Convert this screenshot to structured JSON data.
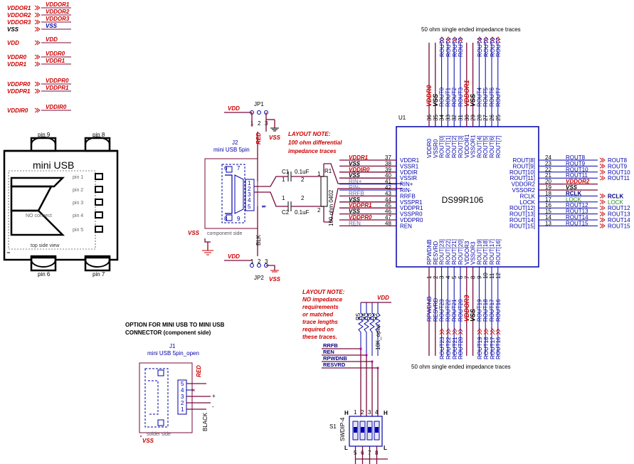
{
  "power_aliases": [
    {
      "left": "VDDOR1",
      "right": "VDDOR1"
    },
    {
      "left": "VDDOR2",
      "right": "VDDOR2"
    },
    {
      "left": "VDDOR3",
      "right": "VDDOR3"
    },
    {
      "left": "VSS",
      "right": "VSS"
    },
    {
      "left": "VDD",
      "right": "VDD"
    },
    {
      "left": "VDDR0",
      "right": "VDDR0"
    },
    {
      "left": "VDDR1",
      "right": "VDDR1"
    },
    {
      "left": "VDDPR0",
      "right": "VDDPR0"
    },
    {
      "left": "VDDPR1",
      "right": "VDDPR1"
    },
    {
      "left": "VDDIR0",
      "right": "VDDIR0"
    }
  ],
  "usb_footprint": {
    "title": "mini USB",
    "pin_top_left": "pin 9",
    "pin_top_right": "pin 8",
    "pin_bottom_left": "pin 6",
    "pin_bottom_right": "pin 7",
    "pins": [
      "pin 1",
      "pin 2",
      "pin 3",
      "NO connect",
      "pin 4",
      "pin 5"
    ],
    "view": "top side view"
  },
  "jp1": {
    "name": "JP1",
    "vdd": "VDD",
    "vss": "VSS",
    "pins": [
      "1",
      "2",
      "3"
    ]
  },
  "jp2": {
    "name": "JP2",
    "vdd": "VDD",
    "vss": "VSS",
    "pins": [
      "1",
      "2",
      "3"
    ]
  },
  "j2": {
    "name": "J2",
    "desc": "mini USB 5pin",
    "red": "RED",
    "blk": "BLK",
    "side": "component side",
    "vss": "VSS",
    "pins": [
      "1",
      "2",
      "3",
      "4",
      "5"
    ],
    "mount": [
      "6",
      "7",
      "8",
      "9"
    ]
  },
  "layout_note_1": [
    "LAYOUT NOTE:",
    "100 ohm differential",
    "impedance traces"
  ],
  "c1": {
    "name": "C1",
    "value": "0.1uF",
    "p1": "1",
    "p2": "2"
  },
  "c2": {
    "name": "C2",
    "value": "0.1uF",
    "p1": "1",
    "p2": "2"
  },
  "r1": {
    "name": "R1",
    "value": "100 ohm 0402",
    "p1": "1",
    "p2": "2"
  },
  "u1": {
    "name": "U1",
    "part": "DS99R106",
    "top_caption": "50 ohm single ended impedance traces",
    "bottom_caption": "50 ohm single ended impedance traces",
    "left_pins": [
      {
        "num": "37",
        "name": "VDDR1",
        "net": "VDDR1"
      },
      {
        "num": "38",
        "name": "VSSR1",
        "net": "VSS"
      },
      {
        "num": "39",
        "name": "VDDIR",
        "net": "VDDIR0"
      },
      {
        "num": "40",
        "name": "VSSIR",
        "net": "VSS"
      },
      {
        "num": "41",
        "name": "RIN+",
        "net": "RIN+"
      },
      {
        "num": "42",
        "name": "RIN-",
        "net": "RIN-"
      },
      {
        "num": "43",
        "name": "RRFB",
        "net": "RRFB"
      },
      {
        "num": "44",
        "name": "VSSPR1",
        "net": "VSS"
      },
      {
        "num": "45",
        "name": "VDDPR1",
        "net": "VDDPR1"
      },
      {
        "num": "46",
        "name": "VSSPR0",
        "net": "VSS"
      },
      {
        "num": "47",
        "name": "VDDPR0",
        "net": "VDDPR0"
      },
      {
        "num": "48",
        "name": "REN",
        "net": "REN"
      }
    ],
    "right_pins": [
      {
        "num": "24",
        "name": "ROUT[8]",
        "net": "ROUT8",
        "flag": "ROUT8"
      },
      {
        "num": "23",
        "name": "ROUT[9]",
        "net": "ROUT9",
        "flag": "ROUT9"
      },
      {
        "num": "22",
        "name": "ROUT[10]",
        "net": "ROUT10",
        "flag": "ROUT10"
      },
      {
        "num": "21",
        "name": "ROUT[11]",
        "net": "ROUT11",
        "flag": "ROUT11"
      },
      {
        "num": "20",
        "name": "VDDOR2",
        "net": "VDDOR2",
        "flag": ""
      },
      {
        "num": "19",
        "name": "VSSOR2",
        "net": "VSS",
        "flag": ""
      },
      {
        "num": "18",
        "name": "RCLK",
        "net": "RCLK",
        "flag": "RCLK"
      },
      {
        "num": "17",
        "name": "LOCK",
        "net": "LOCK",
        "flag": "LOCK"
      },
      {
        "num": "16",
        "name": "ROUT[12]",
        "net": "ROUT12",
        "flag": "ROUT12"
      },
      {
        "num": "15",
        "name": "ROUT[13]",
        "net": "ROUT13",
        "flag": "ROUT13"
      },
      {
        "num": "14",
        "name": "ROUT[14]",
        "net": "ROUT14",
        "flag": "ROUT14"
      },
      {
        "num": "13",
        "name": "ROUT[15]",
        "net": "ROUT15",
        "flag": "ROUT15"
      }
    ],
    "top_pins": [
      {
        "num": "36",
        "name": "VDDR0",
        "net": "VDDR0"
      },
      {
        "num": "35",
        "name": "VSSR0",
        "net": "VSS"
      },
      {
        "num": "34",
        "name": "ROUT[0]",
        "net": "ROUT0"
      },
      {
        "num": "33",
        "name": "ROUT[1]",
        "net": "ROUT1"
      },
      {
        "num": "32",
        "name": "ROUT[2]",
        "net": "ROUT2"
      },
      {
        "num": "31",
        "name": "ROUT[3]",
        "net": "ROUT3"
      },
      {
        "num": "30",
        "name": "VDDOR1",
        "net": "VDDOR1"
      },
      {
        "num": "29",
        "name": "VSSOR1",
        "net": "VSS"
      },
      {
        "num": "28",
        "name": "ROUT[4]",
        "net": "ROUT4"
      },
      {
        "num": "27",
        "name": "ROUT[5]",
        "net": "ROUT5"
      },
      {
        "num": "26",
        "name": "ROUT[6]",
        "net": "ROUT6"
      },
      {
        "num": "25",
        "name": "ROUT[7]",
        "net": "ROUT7"
      }
    ],
    "top_flags": [
      "ROUT0",
      "ROUT1",
      "ROUT2",
      "ROUT3",
      "ROUT4",
      "ROUT5",
      "ROUT6",
      "ROUT7"
    ],
    "bottom_pins": [
      {
        "num": "1",
        "name": "RPWDNB",
        "net": "RPWDNB"
      },
      {
        "num": "2",
        "name": "RESVRD",
        "net": "RESVRD"
      },
      {
        "num": "3",
        "name": "ROUT[23]",
        "net": "ROUT23"
      },
      {
        "num": "4",
        "name": "ROUT[22]",
        "net": "ROUT22"
      },
      {
        "num": "5",
        "name": "ROUT[21]",
        "net": "ROUT21"
      },
      {
        "num": "6",
        "name": "ROUT[20]",
        "net": "ROUT20"
      },
      {
        "num": "7",
        "name": "VDDOR3",
        "net": "VDDOR3"
      },
      {
        "num": "8",
        "name": "VSSOR3",
        "net": "VSS"
      },
      {
        "num": "9",
        "name": "ROUT[19]",
        "net": "ROUT19"
      },
      {
        "num": "10",
        "name": "ROUT[18]",
        "net": "ROUT18"
      },
      {
        "num": "11",
        "name": "ROUT[17]",
        "net": "ROUT17"
      },
      {
        "num": "12",
        "name": "ROUT[16]",
        "net": "ROUT16"
      }
    ],
    "bottom_flags": [
      "ROUT23",
      "ROUT22",
      "ROUT21",
      "ROUT20",
      "ROUT19",
      "ROUT18",
      "ROUT17",
      "ROUT16"
    ]
  },
  "layout_note_2": [
    "LAYOUT NOTE:",
    "NO impedance",
    "requirements",
    "or matched",
    "trace lengths",
    "required on",
    "these traces."
  ],
  "resistors": [
    {
      "name": "R5"
    },
    {
      "name": "R4"
    },
    {
      "name": "R3"
    },
    {
      "name": "R2"
    }
  ],
  "r_value": "10K_open",
  "r_vdd": "VDD",
  "ctrl_nets": [
    "RRFB",
    "REN",
    "RPWDNB",
    "RESVRD"
  ],
  "s1": {
    "name": "S1",
    "type": "SWDIP-4",
    "h": "H",
    "l": "L",
    "top_nums": [
      "1",
      "2",
      "3",
      "4"
    ],
    "bot_nums": [
      "5",
      "6",
      "7",
      "8"
    ]
  },
  "j1": {
    "option_title": [
      "OPTION FOR MINI USB TO MINI USB",
      "CONNECTOR (component side)"
    ],
    "name": "J1",
    "desc": "mini USB 5pin_open",
    "red": "RED",
    "black": "BLACK",
    "side": "solder side",
    "vss": "VSS",
    "pins": [
      "5",
      "4",
      "3",
      "2",
      "1"
    ],
    "plus": "+",
    "minus": "-"
  }
}
